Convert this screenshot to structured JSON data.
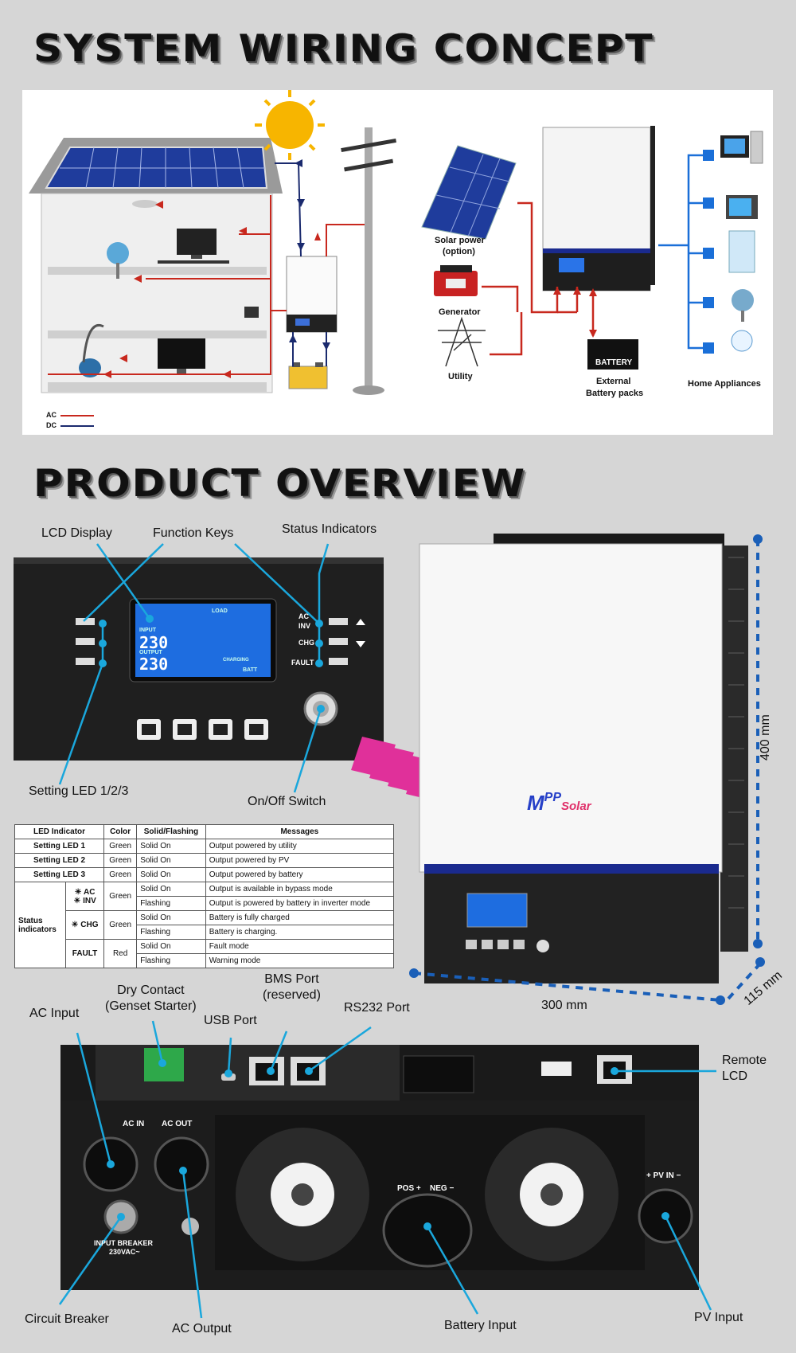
{
  "section1": {
    "title": "SYSTEM WIRING CONCEPT",
    "labels": {
      "solar_power": "Solar power",
      "solar_option": "(option)",
      "generator": "Generator",
      "utility": "Utility",
      "battery_box": "BATTERY",
      "external": "External",
      "battery_packs": "Battery packs",
      "home_appliances": "Home Appliances",
      "legend_ac": "AC",
      "legend_dc": "DC"
    },
    "legend_colors": {
      "ac": "#c8281e",
      "dc": "#1a2a6e"
    }
  },
  "section2": {
    "title": "PRODUCT OVERVIEW",
    "front_callouts": {
      "lcd_display": "LCD Display",
      "function_keys": "Function Keys",
      "status_indicators": "Status Indicators",
      "setting_led": "Setting LED 1/2/3",
      "onoff_switch": "On/Off Switch"
    },
    "panel_text": {
      "ac": "AC",
      "inv": "INV",
      "chg": "CHG",
      "fault": "FAULT",
      "input": "INPUT",
      "output": "OUTPUT",
      "reading1": "230",
      "reading2": "230",
      "load": "LOAD",
      "batt": "BATT",
      "charging": "CHARGING"
    },
    "brand": {
      "m": "M",
      "pp": "PP",
      "solar": "Solar"
    },
    "dimensions": {
      "height": "400 mm",
      "width": "300 mm",
      "depth": "115 mm"
    },
    "led_table": {
      "headers": [
        "LED Indicator",
        "Color",
        "Solid/Flashing",
        "Messages"
      ],
      "rows": [
        {
          "name": "Setting LED 1",
          "color": "Green",
          "state": "Solid On",
          "msg": "Output powered by utility"
        },
        {
          "name": "Setting LED 2",
          "color": "Green",
          "state": "Solid On",
          "msg": "Output powered by PV"
        },
        {
          "name": "Setting LED 3",
          "color": "Green",
          "state": "Solid On",
          "msg": "Output powered by battery"
        }
      ],
      "status_label_1": "Status",
      "status_label_2": "indicators",
      "ac": "AC",
      "inv": "INV",
      "chg": "CHG",
      "fault": "FAULT",
      "green": "Green",
      "red": "Red",
      "acinv_rows": [
        {
          "state": "Solid On",
          "msg": "Output is available in bypass mode"
        },
        {
          "state": "Flashing",
          "msg": "Output is powered by battery in inverter mode"
        }
      ],
      "chg_rows": [
        {
          "state": "Solid On",
          "msg": "Battery is fully charged"
        },
        {
          "state": "Flashing",
          "msg": "Battery is charging."
        }
      ],
      "fault_rows": [
        {
          "state": "Solid On",
          "msg": "Fault mode"
        },
        {
          "state": "Flashing",
          "msg": "Warning mode"
        }
      ]
    },
    "bottom_callouts": {
      "ac_input": "AC Input",
      "dry_contact_1": "Dry Contact",
      "dry_contact_2": "(Genset Starter)",
      "usb_port": "USB Port",
      "bms_port_1": "BMS Port",
      "bms_port_2": "(reserved)",
      "rs232_port": "RS232 Port",
      "remote_lcd_1": "Remote",
      "remote_lcd_2": "LCD",
      "circuit_breaker": "Circuit Breaker",
      "ac_output": "AC Output",
      "battery_input": "Battery Input",
      "pv_input": "PV Input"
    },
    "bottom_panel_text": {
      "ac_in": "AC IN",
      "ac_out": "AC OUT",
      "pos": "POS +",
      "neg": "NEG −",
      "pv_in": "+ PV IN −",
      "input_breaker": "INPUT BREAKER",
      "volt": "230VAC~"
    },
    "callout_color": "#1aa7dc"
  }
}
